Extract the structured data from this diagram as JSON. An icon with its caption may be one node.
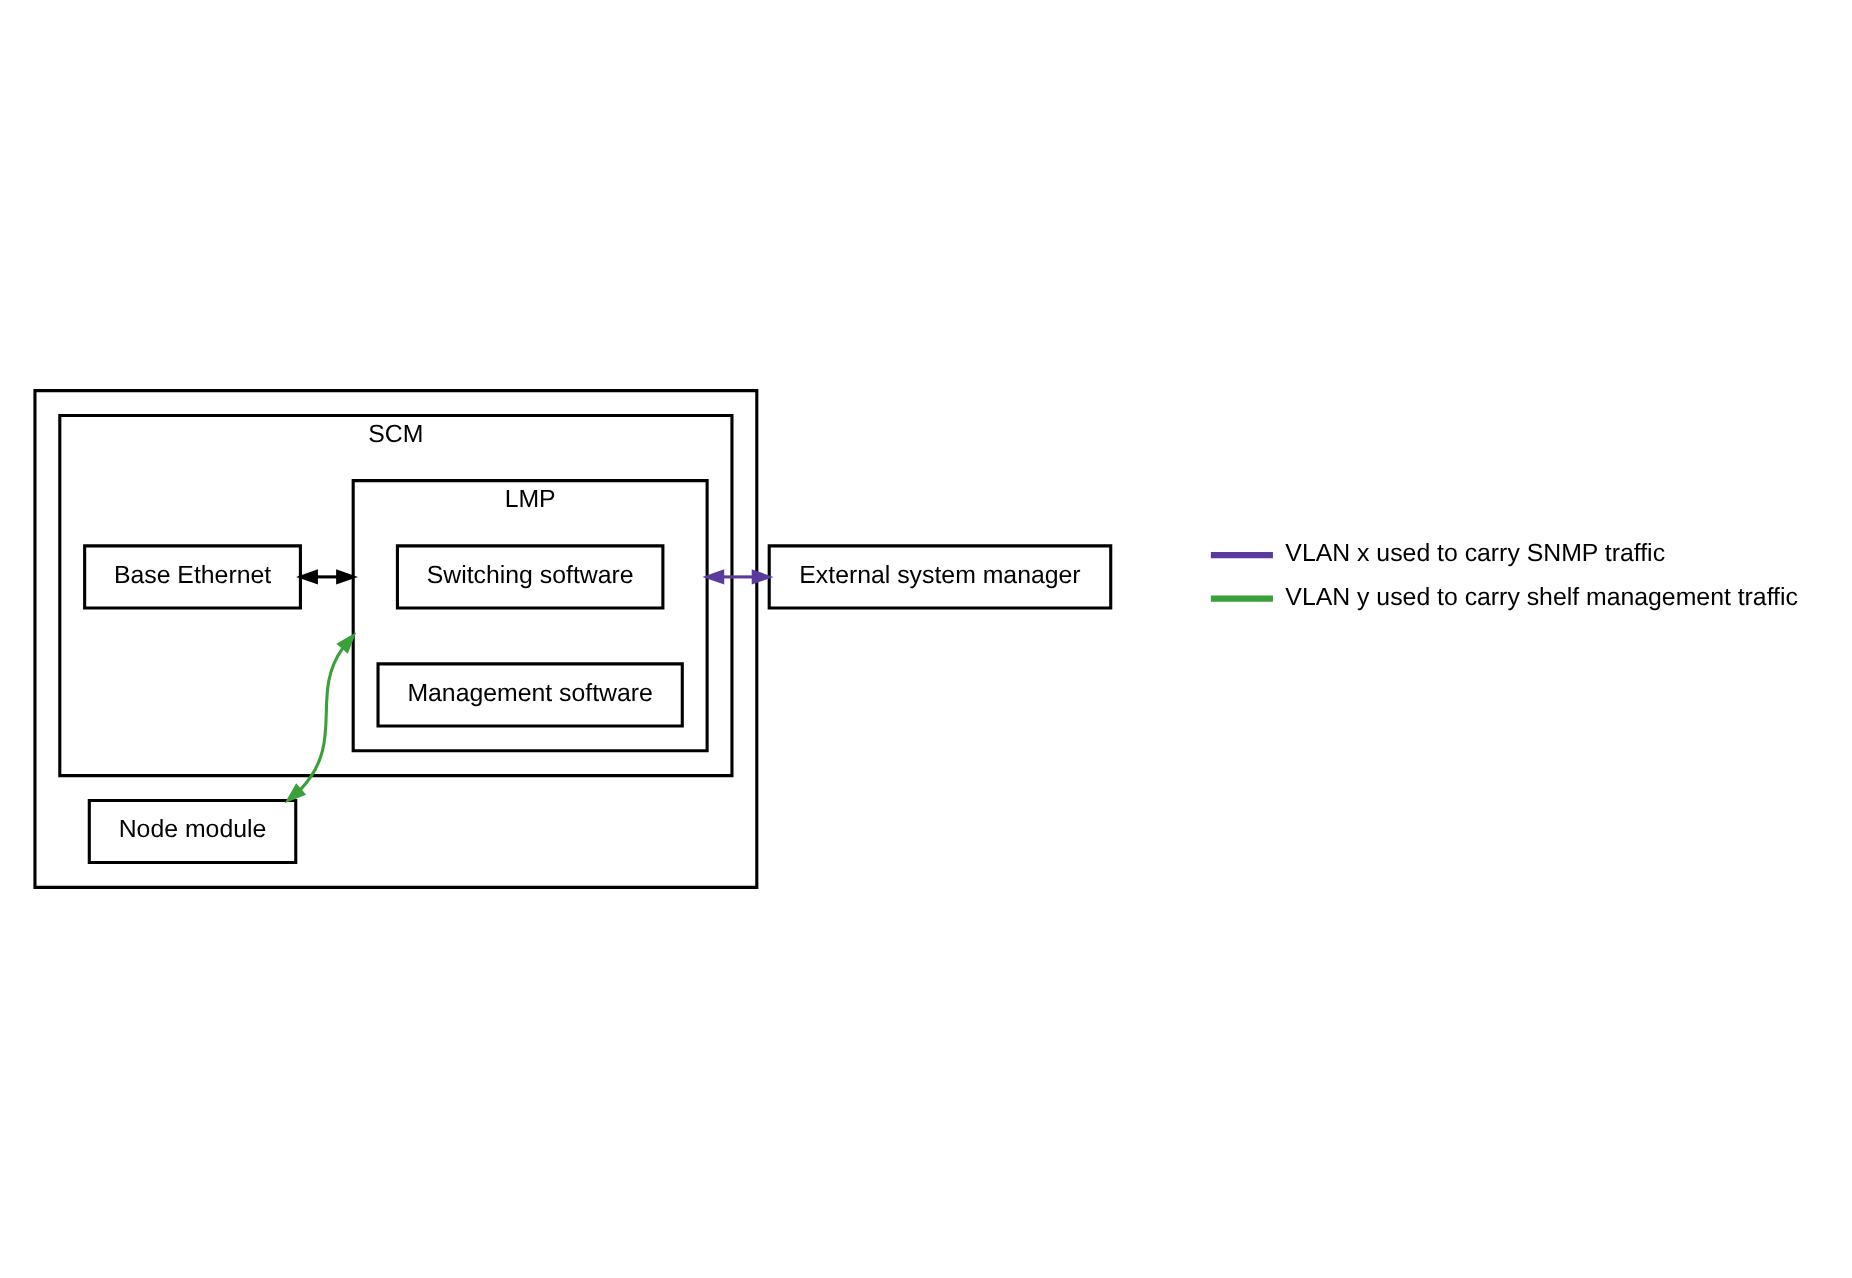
{
  "diagram": {
    "nodes": [
      {
        "text": [],
        "shape": "box"
      },
      {
        "text": [
          "Node module"
        ],
        "in": 0
      },
      {
        "text": [
          "SCM"
        ],
        "in": 0
      },
      {
        "text": [
          "Base Ethernet"
        ],
        "in": 2
      },
      {
        "text": [
          "LMP"
        ],
        "in": 2
      },
      {
        "text": [
          "Switching software"
        ],
        "in": 4
      },
      {
        "text": [
          "Management software"
        ],
        "in": 4
      },
      {
        "text": [
          "External system manager"
        ]
      }
    ],
    "edges": [
      {
        "from": 4,
        "to": 7,
        "arrow": "both",
        "color": "#5b3a9e"
      },
      {
        "from": 3,
        "to": 4,
        "arrow": "both",
        "color": "#000000"
      },
      {
        "from": 1,
        "to": 4,
        "arrow": "both",
        "color": "#3aa03a"
      }
    ],
    "legend": [
      {
        "text": "VLAN x used to carry SNMP traffic"
      },
      {
        "text": "VLAN y used to carry shelf management traffic"
      }
    ]
  }
}
